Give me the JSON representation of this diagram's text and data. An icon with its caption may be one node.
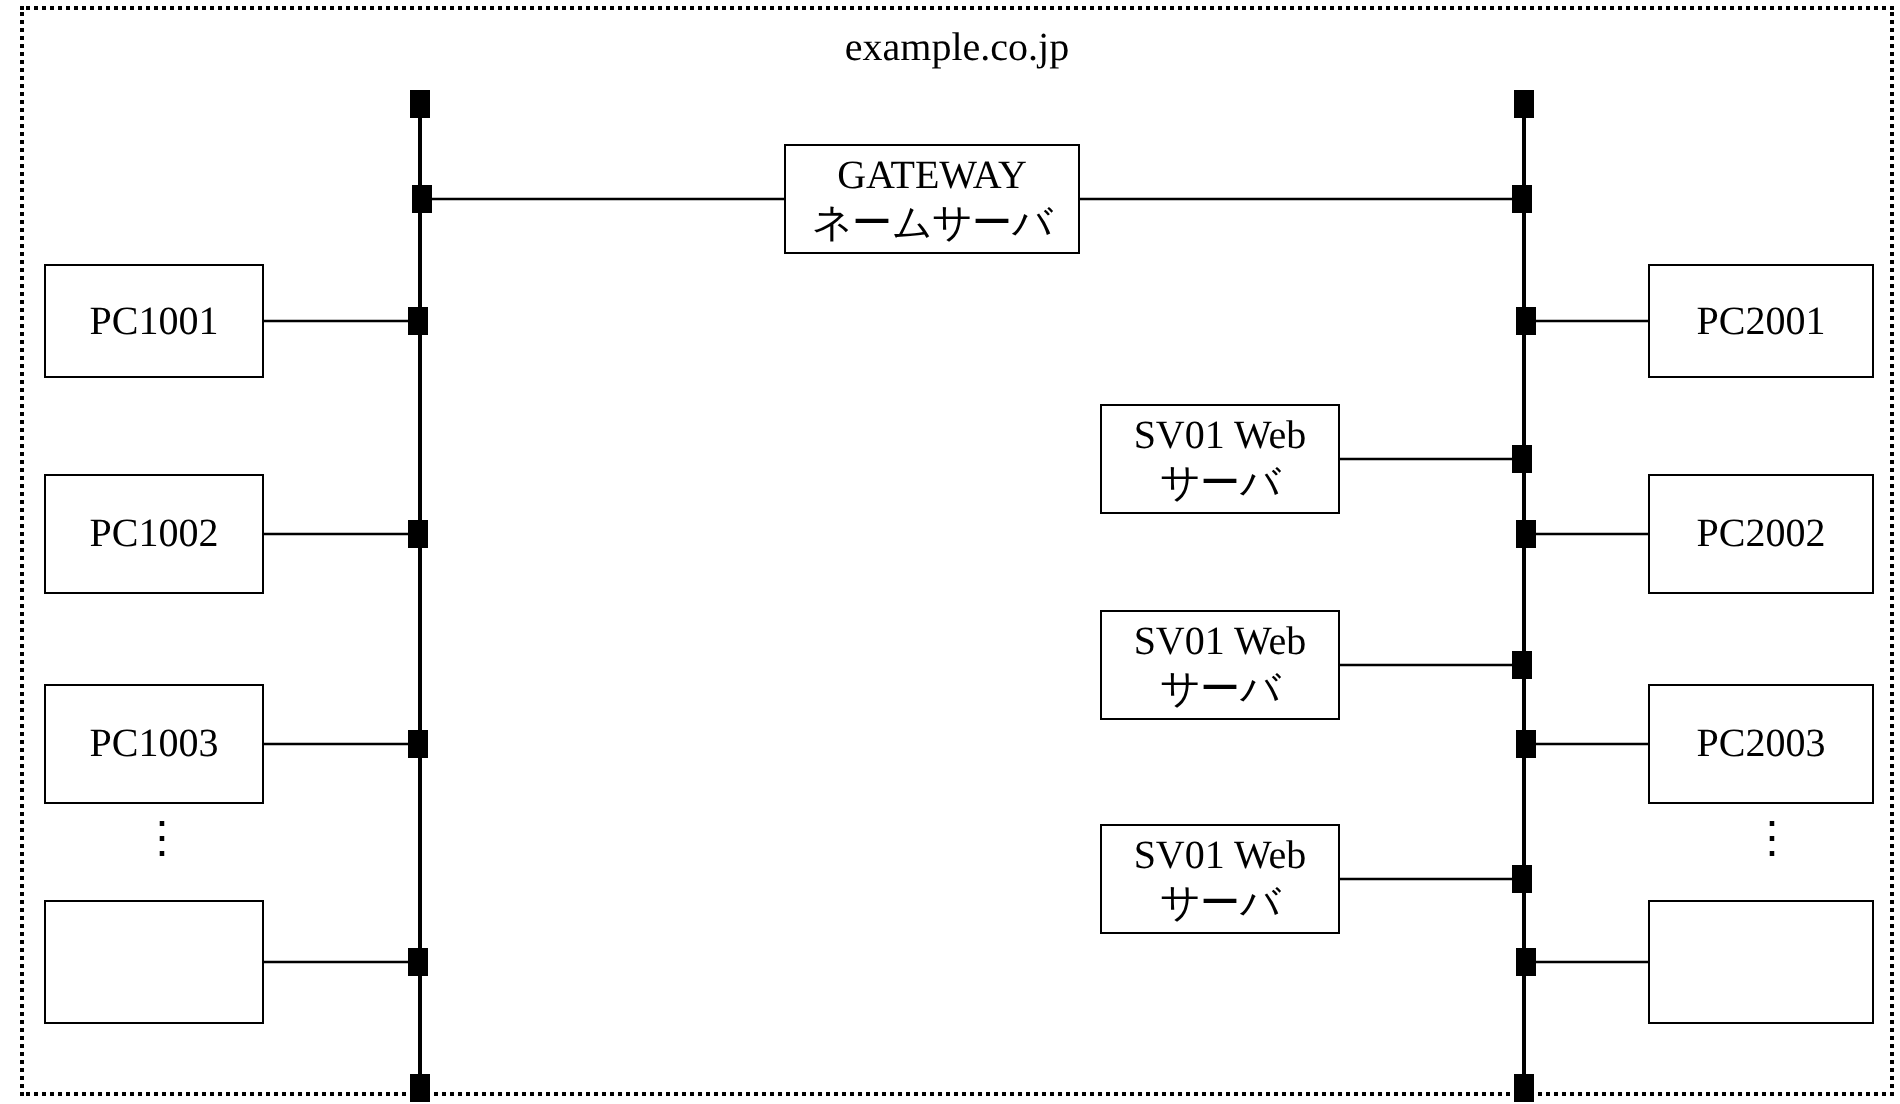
{
  "diagram": {
    "nodes": [
      {
        "text": [
          "example.co.jp"
        ]
      },
      {
        "text": [],
        "shape": "bar",
        "in": 0
      },
      {
        "text": [
          "GATEWAY ネームサーバ"
        ],
        "in": 0
      },
      {
        "text": [],
        "shape": "bar",
        "in": 0
      },
      {
        "text": [
          "PC1001"
        ],
        "in": 0
      },
      {
        "text": [
          "PC2001"
        ],
        "in": 0
      },
      {
        "text": [
          "SV01 Web サーバ"
        ],
        "in": 0
      },
      {
        "text": [
          "PC1002"
        ],
        "in": 0
      },
      {
        "text": [
          "PC2002"
        ],
        "in": 0
      },
      {
        "text": [
          "SV01 Web サーバ"
        ],
        "in": 0
      },
      {
        "text": [
          "PC1003"
        ],
        "in": 0
      },
      {
        "text": [
          "PC2003"
        ],
        "in": 0
      },
      {
        "text": [
          "SV01 Web サーバ"
        ],
        "in": 0
      },
      {
        "text": [],
        "shape": "box",
        "in": 0
      },
      {
        "text": [],
        "shape": "box",
        "in": 0
      }
    ],
    "edges": [
      {
        "from": 2,
        "to": 1,
        "arrow": "other"
      },
      {
        "from": 2,
        "to": 3,
        "arrow": "other"
      },
      {
        "from": 4,
        "to": 1,
        "arrow": "other"
      },
      {
        "from": 5,
        "to": 3,
        "arrow": "other"
      },
      {
        "from": 6,
        "to": 3,
        "arrow": "other"
      },
      {
        "from": 7,
        "to": 1,
        "arrow": "other"
      },
      {
        "from": 8,
        "to": 3,
        "arrow": "other"
      },
      {
        "from": 9,
        "to": 3,
        "arrow": "other"
      },
      {
        "from": 10,
        "to": 1,
        "arrow": "other"
      },
      {
        "from": 11,
        "to": 3,
        "arrow": "other"
      },
      {
        "from": 12,
        "to": 3,
        "arrow": "other"
      },
      {
        "from": 13,
        "to": 1,
        "arrow": "other"
      },
      {
        "from": 14,
        "to": 3,
        "arrow": "other"
      }
    ],
    "labels": [
      "⋮",
      "⋮"
    ]
  }
}
